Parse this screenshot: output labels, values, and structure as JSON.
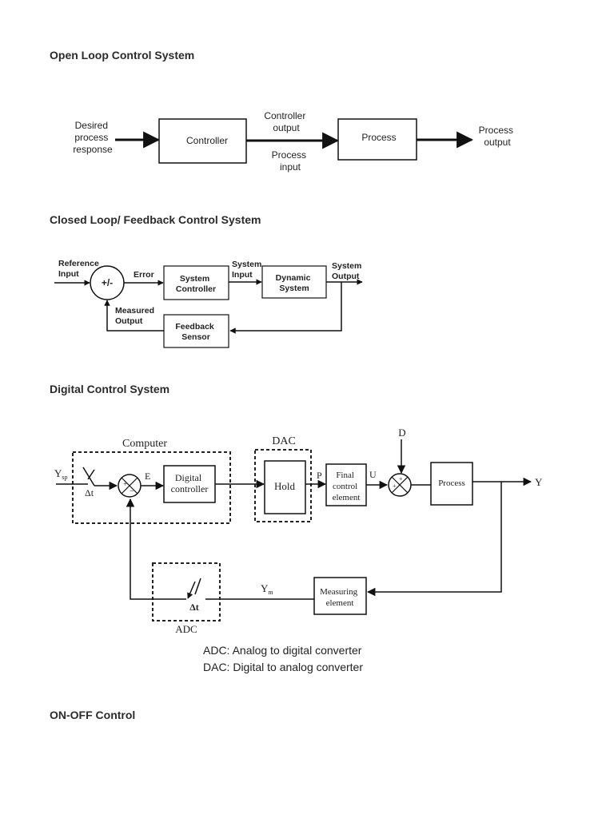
{
  "headings": {
    "open_loop": "Open Loop Control System",
    "closed_loop": "Closed Loop/ Feedback Control System",
    "digital": "Digital Control System",
    "on_off": "ON-OFF Control"
  },
  "open_loop": {
    "input_label": [
      "Desired",
      "process",
      "response"
    ],
    "controller": "Controller",
    "controller_output": [
      "Controller",
      "output"
    ],
    "process_input": [
      "Process",
      "input"
    ],
    "process": "Process",
    "process_output": [
      "Process",
      "output"
    ]
  },
  "closed_loop": {
    "reference_input": [
      "Reference",
      "Input"
    ],
    "summer": "+/-",
    "error": "Error",
    "system_controller": [
      "System",
      "Controller"
    ],
    "system_input": [
      "System",
      "Input"
    ],
    "dynamic_system": [
      "Dynamic",
      "System"
    ],
    "system_output": [
      "System",
      "Output"
    ],
    "measured_output": [
      "Measured",
      "Output"
    ],
    "feedback_sensor": [
      "Feedback",
      "Sensor"
    ]
  },
  "digital": {
    "computer": "Computer",
    "dac": "DAC",
    "adc": "ADC",
    "ysp": "Y",
    "ysp_sub": "sp",
    "delta_t": "Δt",
    "e": "E",
    "digital_controller": [
      "Digital",
      "controller"
    ],
    "hold": "Hold",
    "p": "P",
    "final_control": [
      "Final",
      "control",
      "element"
    ],
    "u": "U",
    "d": "D",
    "process": "Process",
    "y": "Y",
    "ym": "Y",
    "ym_sub": "m",
    "measuring": [
      "Measuring",
      "element"
    ],
    "legend": [
      "ADC: Analog to digital converter",
      "DAC: Digital to analog converter"
    ]
  }
}
